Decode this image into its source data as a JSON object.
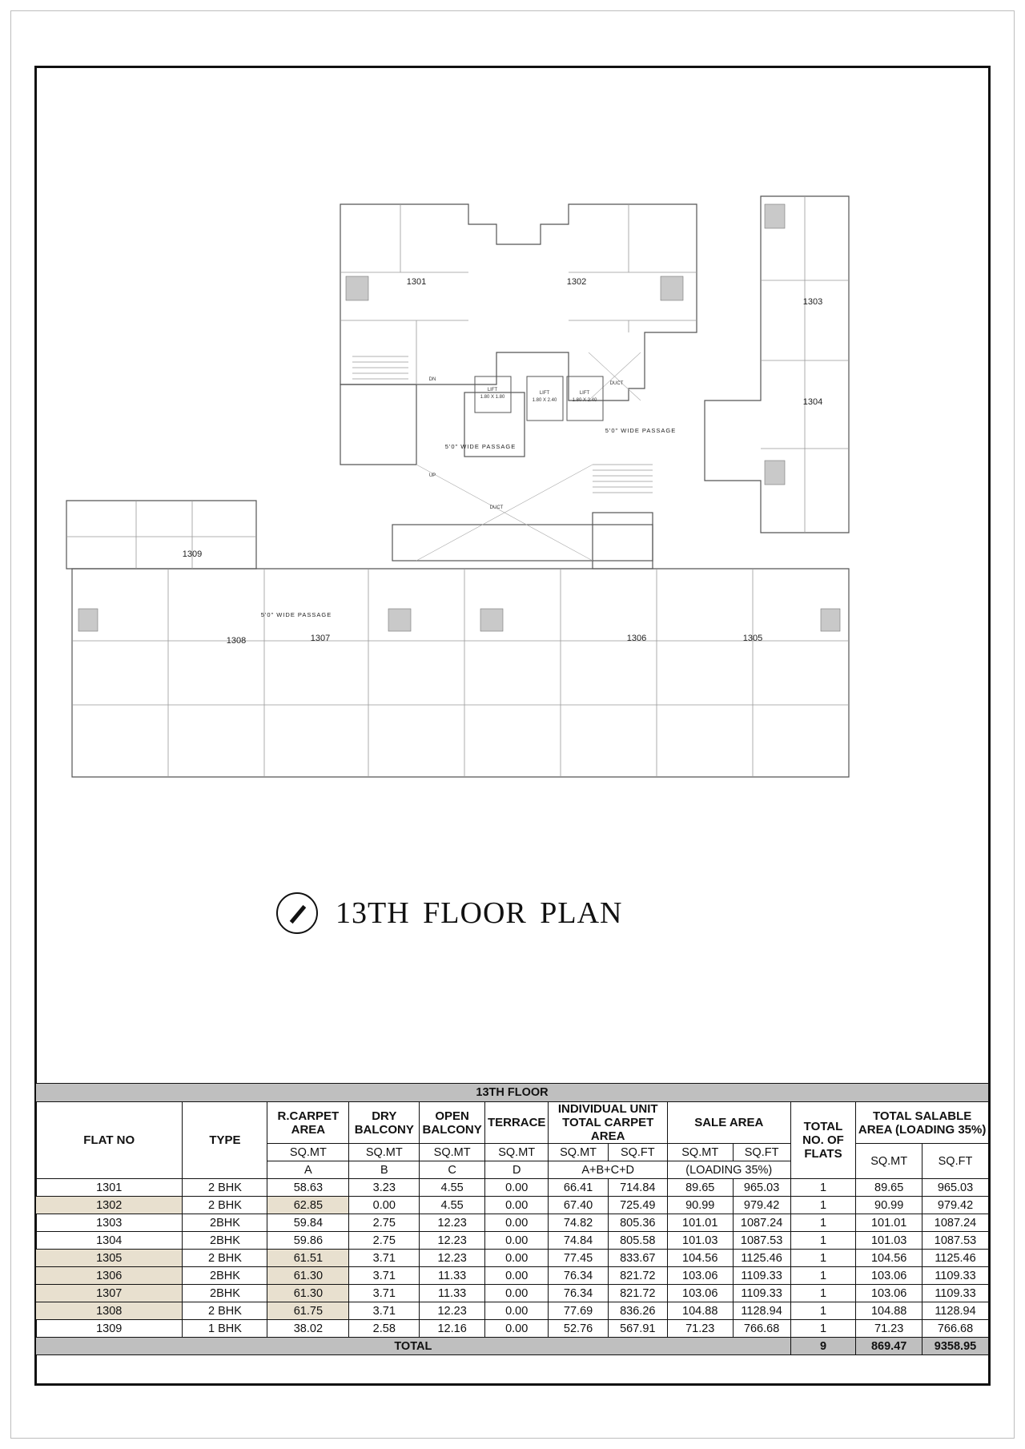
{
  "plan": {
    "title": "13TH FLOOR  PLAN",
    "units": [
      "1301",
      "1302",
      "1303",
      "1304",
      "1305",
      "1306",
      "1307",
      "1308",
      "1309"
    ],
    "lifts": [
      "LIFT\n1.80 X 1.80",
      "LIFT\n1.80 X 2.40",
      "LIFT\n1.80 X 2.40"
    ],
    "lift_label": "LIFT",
    "lift_sizes": [
      "1.80 X 1.80",
      "1.80 X 2.40",
      "1.80 X 2.40"
    ],
    "duct_label": "DUCT",
    "passage_label": "5'0\" WIDE PASSAGE",
    "stair_dn": "DN",
    "stair_up": "UP"
  },
  "table": {
    "band_title": "13TH  FLOOR",
    "headers": {
      "flat_no": "FLAT NO",
      "type": "TYPE",
      "rcarpet": "R.CARPET AREA",
      "dry_balcony": "DRY BALCONY",
      "open_balcony": "OPEN BALCONY",
      "terrace": "TERRACE",
      "individual": "INDIVIDUAL UNIT TOTAL CARPET AREA",
      "sale_area": "SALE AREA",
      "total_flats": "TOTAL NO. OF FLATS",
      "total_salable": "TOTAL  SALABLE AREA (LOADING 35%)"
    },
    "units_row": {
      "a": "SQ.MT",
      "b": "SQ.MT",
      "c": "SQ.MT",
      "d": "SQ.MT",
      "ind_sqmt": "SQ.MT",
      "ind_sqft": "SQ.FT",
      "sale_sqmt": "SQ.MT",
      "sale_sqft": "SQ.FT",
      "tot_sqmt": "SQ.MT",
      "tot_sqft": "SQ.FT"
    },
    "letters_row": {
      "a": "A",
      "b": "B",
      "c": "C",
      "d": "D",
      "ind": "A+B+C+D",
      "sale": "(LOADING 35%)"
    },
    "rows": [
      {
        "flat": "1301",
        "type": "2 BHK",
        "rcarpet": "58.63",
        "dry": "3.23",
        "open": "4.55",
        "terrace": "0.00",
        "ind_sqmt": "66.41",
        "ind_sqft": "714.84",
        "sale_sqmt": "89.65",
        "sale_sqft": "965.03",
        "flats": "1",
        "tot_sqmt": "89.65",
        "tot_sqft": "965.03",
        "shade": false
      },
      {
        "flat": "1302",
        "type": "2 BHK",
        "rcarpet": "62.85",
        "dry": "0.00",
        "open": "4.55",
        "terrace": "0.00",
        "ind_sqmt": "67.40",
        "ind_sqft": "725.49",
        "sale_sqmt": "90.99",
        "sale_sqft": "979.42",
        "flats": "1",
        "tot_sqmt": "90.99",
        "tot_sqft": "979.42",
        "shade": true
      },
      {
        "flat": "1303",
        "type": "2BHK",
        "rcarpet": "59.84",
        "dry": "2.75",
        "open": "12.23",
        "terrace": "0.00",
        "ind_sqmt": "74.82",
        "ind_sqft": "805.36",
        "sale_sqmt": "101.01",
        "sale_sqft": "1087.24",
        "flats": "1",
        "tot_sqmt": "101.01",
        "tot_sqft": "1087.24",
        "shade": false
      },
      {
        "flat": "1304",
        "type": "2BHK",
        "rcarpet": "59.86",
        "dry": "2.75",
        "open": "12.23",
        "terrace": "0.00",
        "ind_sqmt": "74.84",
        "ind_sqft": "805.58",
        "sale_sqmt": "101.03",
        "sale_sqft": "1087.53",
        "flats": "1",
        "tot_sqmt": "101.03",
        "tot_sqft": "1087.53",
        "shade": false
      },
      {
        "flat": "1305",
        "type": "2 BHK",
        "rcarpet": "61.51",
        "dry": "3.71",
        "open": "12.23",
        "terrace": "0.00",
        "ind_sqmt": "77.45",
        "ind_sqft": "833.67",
        "sale_sqmt": "104.56",
        "sale_sqft": "1125.46",
        "flats": "1",
        "tot_sqmt": "104.56",
        "tot_sqft": "1125.46",
        "shade": true
      },
      {
        "flat": "1306",
        "type": "2BHK",
        "rcarpet": "61.30",
        "dry": "3.71",
        "open": "11.33",
        "terrace": "0.00",
        "ind_sqmt": "76.34",
        "ind_sqft": "821.72",
        "sale_sqmt": "103.06",
        "sale_sqft": "1109.33",
        "flats": "1",
        "tot_sqmt": "103.06",
        "tot_sqft": "1109.33",
        "shade": true
      },
      {
        "flat": "1307",
        "type": "2BHK",
        "rcarpet": "61.30",
        "dry": "3.71",
        "open": "11.33",
        "terrace": "0.00",
        "ind_sqmt": "76.34",
        "ind_sqft": "821.72",
        "sale_sqmt": "103.06",
        "sale_sqft": "1109.33",
        "flats": "1",
        "tot_sqmt": "103.06",
        "tot_sqft": "1109.33",
        "shade": true
      },
      {
        "flat": "1308",
        "type": "2 BHK",
        "rcarpet": "61.75",
        "dry": "3.71",
        "open": "12.23",
        "terrace": "0.00",
        "ind_sqmt": "77.69",
        "ind_sqft": "836.26",
        "sale_sqmt": "104.88",
        "sale_sqft": "1128.94",
        "flats": "1",
        "tot_sqmt": "104.88",
        "tot_sqft": "1128.94",
        "shade": true
      },
      {
        "flat": "1309",
        "type": "1 BHK",
        "rcarpet": "38.02",
        "dry": "2.58",
        "open": "12.16",
        "terrace": "0.00",
        "ind_sqmt": "52.76",
        "ind_sqft": "567.91",
        "sale_sqmt": "71.23",
        "sale_sqft": "766.68",
        "flats": "1",
        "tot_sqmt": "71.23",
        "tot_sqft": "766.68",
        "shade": false
      }
    ],
    "total": {
      "label": "TOTAL",
      "flats": "9",
      "sqmt": "869.47",
      "sqft": "9358.95"
    }
  },
  "colors": {
    "shade": "#e8e0cf",
    "band": "#bfbfbf",
    "frame": "#111111"
  }
}
